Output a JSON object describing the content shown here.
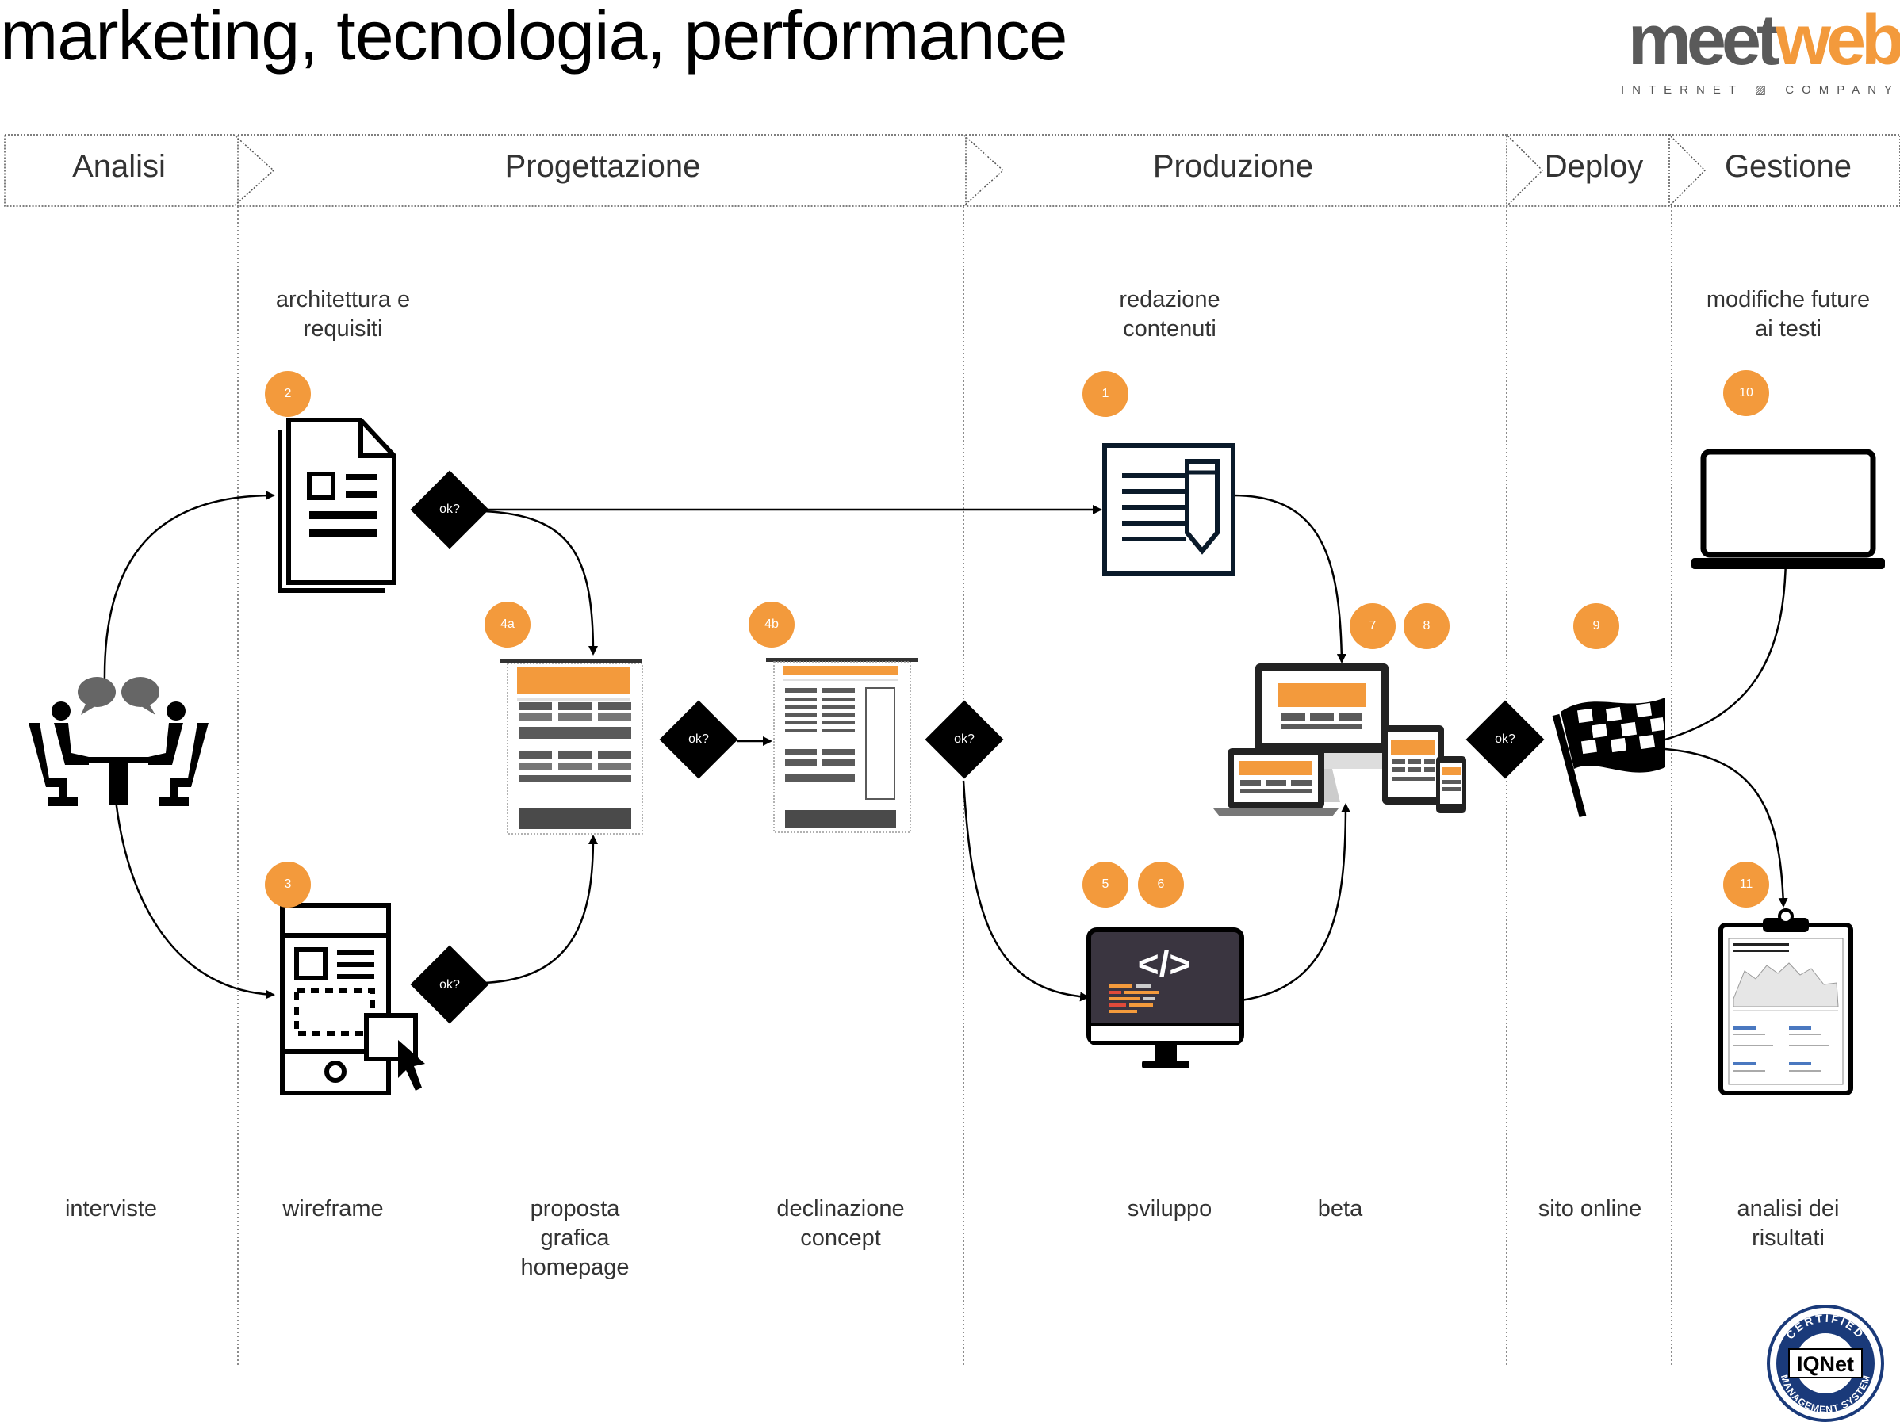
{
  "title": "marketing, tecnologia, performance",
  "logo": {
    "part1": "meet",
    "part2": "web",
    "subtitle_left": "INTERNET",
    "subtitle_right": "COMPANY"
  },
  "phases": [
    "Analisi",
    "Progettazione",
    "Produzione",
    "Deploy",
    "Gestione"
  ],
  "steps": {
    "architettura": "architettura e requisiti",
    "redazione": "redazione contenuti",
    "modifiche": "modifiche future ai testi",
    "interviste": "interviste",
    "wireframe": "wireframe",
    "proposta": "proposta grafica homepage",
    "declinazione": "declinazione concept",
    "sviluppo": "sviluppo",
    "beta": "beta",
    "online": "sito online",
    "analisi": "analisi dei risultati"
  },
  "badges": [
    "1",
    "2",
    "3",
    "4a",
    "4b",
    "5",
    "6",
    "7",
    "8",
    "9",
    "10",
    "11"
  ],
  "decision_label": "ok?",
  "certificate": {
    "line1": "CERTIFIED",
    "brand": "IQNet",
    "line2": "MANAGEMENT SYSTEM"
  },
  "colors": {
    "accent": "#f39a3c",
    "dark": "#000000",
    "gray": "#5a5a5a",
    "screen": "#3a3540"
  }
}
